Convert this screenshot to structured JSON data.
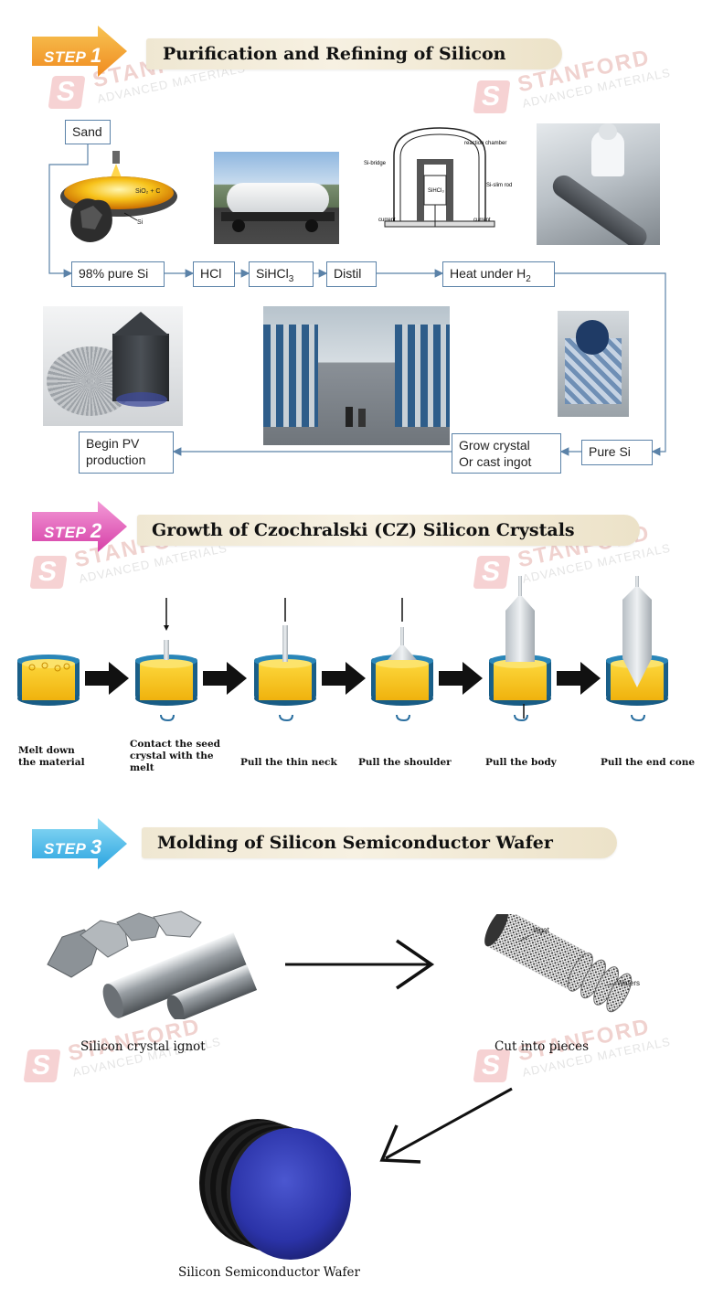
{
  "step1": {
    "label": "STEP",
    "number": "1",
    "title": "Purification and Refining of Silicon",
    "color_top": "#f7c453",
    "color_bottom": "#f08a1f",
    "flow": {
      "sand": "Sand",
      "pure98": "98% pure Si",
      "hcl": "HCl",
      "sihcl3_prefix": "SiHCl",
      "sihcl3_sub": "3",
      "distil": "Distil",
      "heat_prefix": "Heat under H",
      "heat_sub": "2",
      "pure_si": "Pure Si",
      "grow_line1": "Grow crystal",
      "grow_line2": "Or cast ingot",
      "pv_line1": "Begin PV",
      "pv_line2": "production"
    },
    "furnace_label1": "SiO₂ + C",
    "furnace_label2": "Si",
    "reactor": {
      "reaction_chamber": "reaction chamber",
      "si_bridge": "Si-bridge",
      "si_slim_rod": "Si-slim rod",
      "sihcl3": "SiHCl₃",
      "current_left": "current",
      "current_right": "current"
    }
  },
  "step2": {
    "label": "STEP",
    "number": "2",
    "title": "Growth of Czochralski (CZ) Silicon Crystals",
    "color_top": "#f39ad7",
    "color_bottom": "#d63fa7",
    "stages": [
      {
        "line1": "Melt down",
        "line2": "the material",
        "line3": ""
      },
      {
        "line1": "Contact the seed",
        "line2": "crystal with the",
        "line3": "melt"
      },
      {
        "line1": "Pull the thin neck",
        "line2": "",
        "line3": ""
      },
      {
        "line1": "Pull the shoulder",
        "line2": "",
        "line3": ""
      },
      {
        "line1": "Pull the body",
        "line2": "",
        "line3": ""
      },
      {
        "line1": "Pull the end cone",
        "line2": "",
        "line3": ""
      }
    ]
  },
  "step3": {
    "label": "STEP",
    "number": "3",
    "title": "Molding of Silicon Semiconductor Wafer",
    "color_top": "#8fdcf5",
    "color_bottom": "#2aa4e0",
    "ingot_caption": "Silicon crystal ignot",
    "cut_caption": "Cut into pieces",
    "wafer_caption": "Silicon Semiconductor Wafer",
    "ingot_label": "Ingot",
    "wafers_label": "Wafers"
  },
  "watermark": {
    "brand": "STANFORD",
    "sub": "ADVANCED MATERIALS",
    "logo_letter": "S"
  },
  "colors": {
    "melt": "#f5c21a",
    "crucible": "#1f6f9a",
    "flow_line": "#5b82a8",
    "wafer": "#2b33a8"
  }
}
